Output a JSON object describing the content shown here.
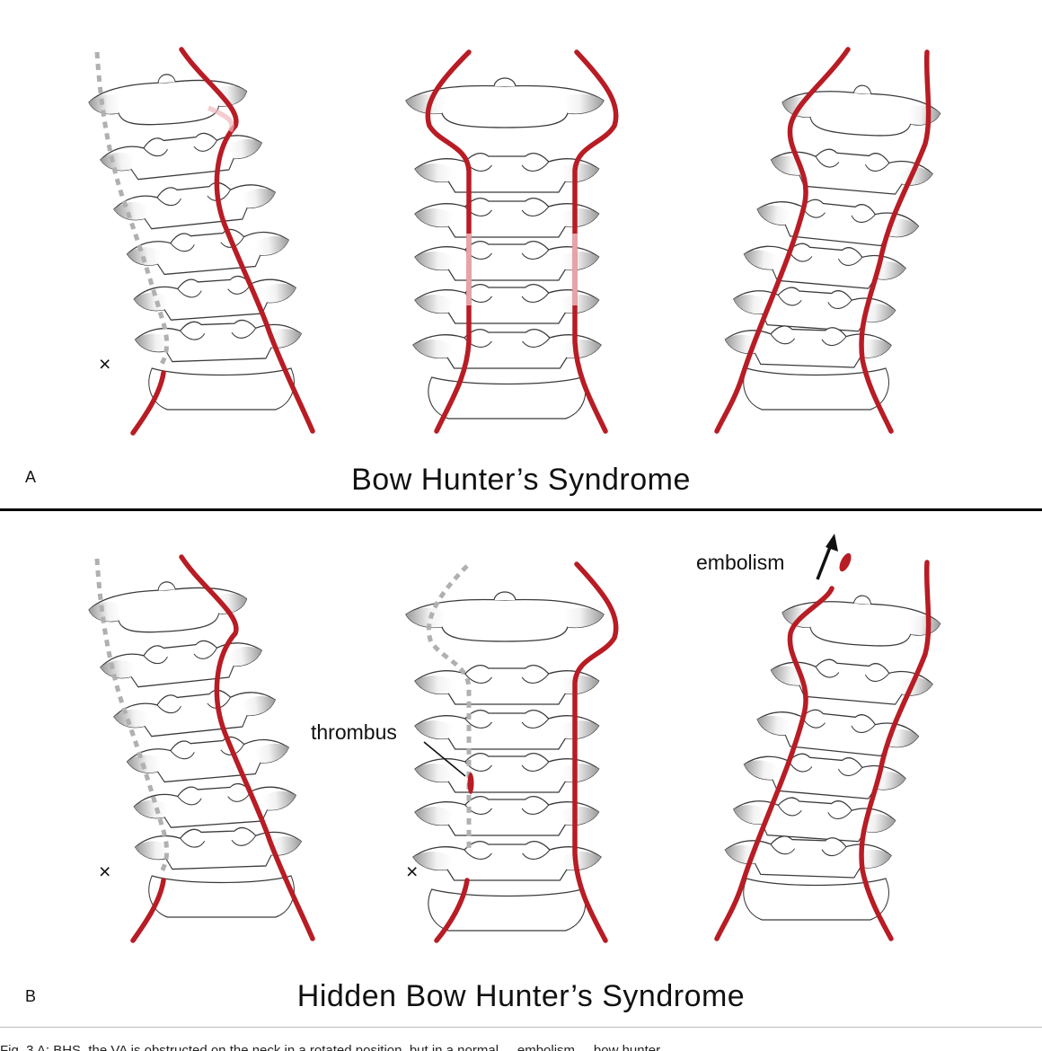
{
  "panel_a": {
    "letter": "A",
    "title": "Bow Hunter’s Syndrome"
  },
  "panel_b": {
    "letter": "B",
    "title": "Hidden Bow Hunter’s Syndrome"
  },
  "annotations": {
    "thrombus": "thrombus",
    "embolism": "embolism"
  },
  "occlusion_marker": "×",
  "caption_visible": "Fig. 3   A: BHS, the VA is obstructed on the neck in a rotated position, but in a normal ... embolism ... bow hunter ...",
  "colors": {
    "artery": "#b81c24",
    "artery_faded": "#e7a9ad",
    "bone_stroke": "#3a3a3a",
    "bone_shade": "#bdbdbd",
    "occluded_vessel": "#b0b0b0"
  }
}
